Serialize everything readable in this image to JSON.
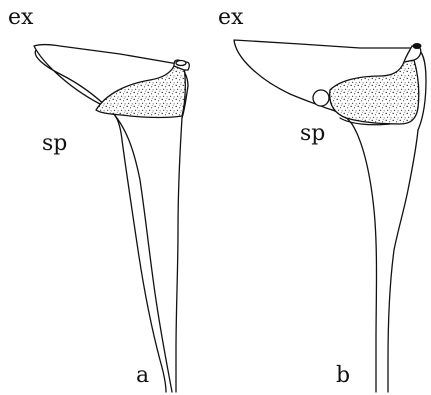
{
  "panels": [
    {
      "top_label": "ex",
      "side_label": "sp",
      "panel_letter": "a"
    },
    {
      "top_label": "ex",
      "side_label": "sp",
      "panel_letter": "b"
    }
  ]
}
